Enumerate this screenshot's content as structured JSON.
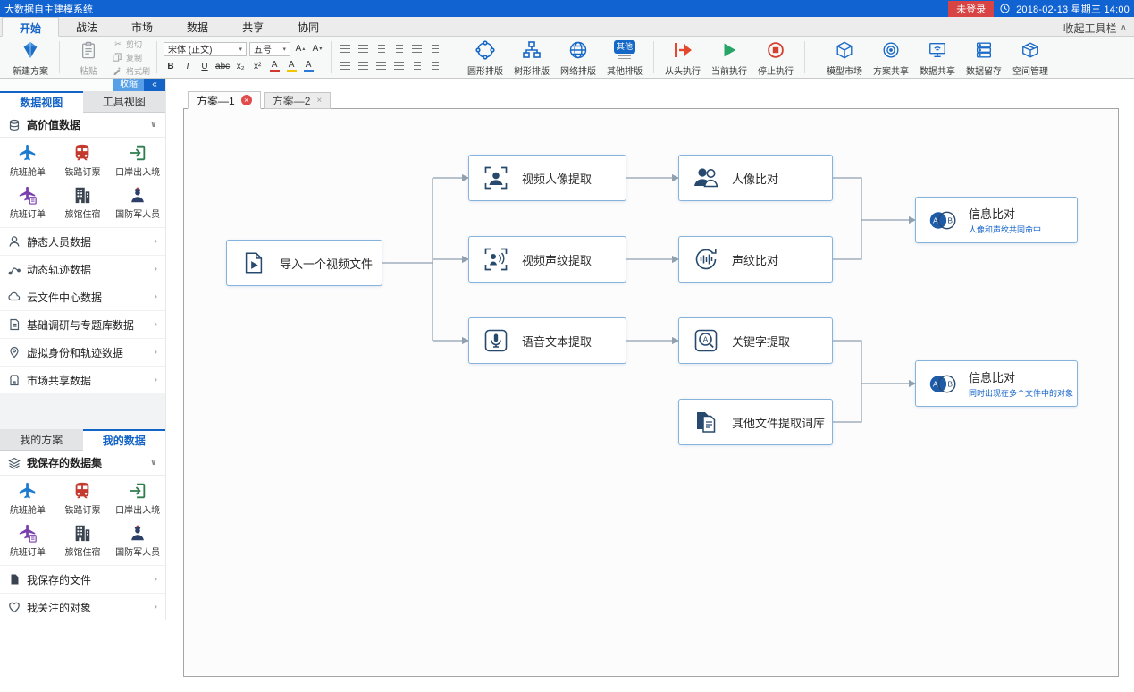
{
  "titlebar": {
    "title": "大数据自主建模系统",
    "login_status": "未登录",
    "datetime": "2018-02-13 星期三 14:00"
  },
  "menu": {
    "tabs": [
      {
        "label": "开始"
      },
      {
        "label": "战法"
      },
      {
        "label": "市场"
      },
      {
        "label": "数据"
      },
      {
        "label": "共享"
      },
      {
        "label": "协同"
      }
    ],
    "collapse_toolbar": "收起工具栏"
  },
  "ribbon": {
    "new_scheme": "新建方案",
    "clipboard": {
      "paste": "粘贴",
      "cut": "剪切",
      "copy": "复制",
      "format_painter": "格式刷"
    },
    "font": {
      "family": "宋体 (正文)",
      "size": "五号",
      "size_buttons": [
        "A",
        "A"
      ],
      "buttons": [
        "B",
        "I",
        "U",
        "abc",
        "x₂",
        "x²",
        "A",
        "A",
        "A"
      ]
    },
    "layout": [
      {
        "label": "圆形排版"
      },
      {
        "label": "树形排版"
      },
      {
        "label": "网络排版"
      },
      {
        "label": "其他排版",
        "badge": "其他"
      }
    ],
    "run": [
      {
        "label": "从头执行"
      },
      {
        "label": "当前执行"
      },
      {
        "label": "停止执行"
      }
    ],
    "manage": [
      {
        "label": "模型市场"
      },
      {
        "label": "方案共享"
      },
      {
        "label": "数据共享"
      },
      {
        "label": "数据留存"
      },
      {
        "label": "空间管理"
      }
    ]
  },
  "sidebar": {
    "collapse": "收缩",
    "view_tabs": [
      {
        "label": "数据视图"
      },
      {
        "label": "工具视图"
      }
    ],
    "high_value_header": "高价值数据",
    "datasets": [
      {
        "label": "航班舱单"
      },
      {
        "label": "铁路订票"
      },
      {
        "label": "口岸出入境"
      },
      {
        "label": "航班订单"
      },
      {
        "label": "旅馆住宿"
      },
      {
        "label": "国防军人员"
      }
    ],
    "sections": [
      {
        "label": "静态人员数据"
      },
      {
        "label": "动态轨迹数据"
      },
      {
        "label": "云文件中心数据"
      },
      {
        "label": "基础调研与专题库数据"
      },
      {
        "label": "虚拟身份和轨迹数据"
      },
      {
        "label": "市场共享数据"
      }
    ],
    "bottom_tabs": [
      {
        "label": "我的方案"
      },
      {
        "label": "我的数据"
      }
    ],
    "saved_header": "我保存的数据集",
    "saved_files": "我保存的文件",
    "followed_objects": "我关注的对象"
  },
  "canvas": {
    "scheme_tabs": [
      {
        "label": "方案—1"
      },
      {
        "label": "方案—2"
      }
    ],
    "nodes": {
      "import": {
        "label": "导入一个视频文件"
      },
      "face_extract": {
        "label": "视频人像提取"
      },
      "voice_extract": {
        "label": "视频声纹提取"
      },
      "speech_text": {
        "label": "语音文本提取"
      },
      "face_compare": {
        "label": "人像比对"
      },
      "voice_compare": {
        "label": "声纹比对"
      },
      "keyword_extract": {
        "label": "关键字提取"
      },
      "other_files": {
        "label": "其他文件提取词库"
      },
      "info_compare_top": {
        "label": "信息比对",
        "sub": "人像和声纹共同命中"
      },
      "info_compare_bottom": {
        "label": "信息比对",
        "sub": "同时出现在多个文件中的对象"
      }
    }
  },
  "icons": {
    "close": "×",
    "dropdown": "▾",
    "up_tri": "▴",
    "down_tri": "▾",
    "chevron_down": "∨",
    "chevron_right": "›",
    "collapse_double": "«",
    "toolbar_up": "∧",
    "cut": "✂",
    "venn_a": "A",
    "venn_b": "B",
    "keyword_glyph": "A"
  },
  "colors": {
    "titlebar": "#1263d2",
    "accent": "#1565c0",
    "login_badge": "#d84444",
    "node_border": "#85b3dc",
    "connector": "#90a0ae"
  }
}
